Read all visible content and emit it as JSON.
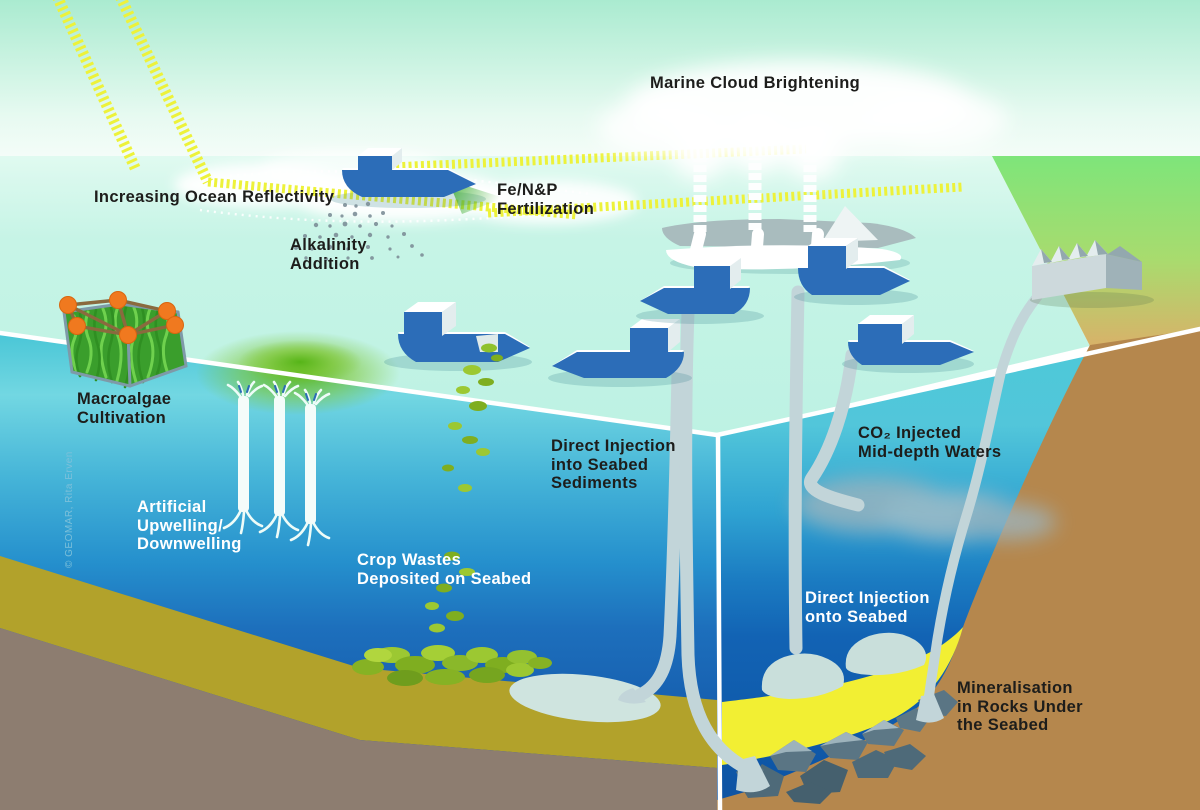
{
  "credit": "© GEOMAR, Rita Erven",
  "labels": [
    {
      "id": "marine-cloud-brightening",
      "text": "Marine Cloud Brightening",
      "tone": "dark"
    },
    {
      "id": "increasing-ocean-reflectivity",
      "text": "Increasing Ocean Reflectivity",
      "tone": "dark"
    },
    {
      "id": "alkalinity-addition",
      "text": "Alkalinity\nAddition",
      "tone": "dark"
    },
    {
      "id": "fe-n-p-fertilization",
      "text": "Fe/N&P\nFertilization",
      "tone": "dark"
    },
    {
      "id": "macroalgae-cultivation",
      "text": "Macroalgae\nCultivation",
      "tone": "dark"
    },
    {
      "id": "artificial-upwelling-downwelling",
      "text": "Artificial\nUpwelling/\nDownwelling",
      "tone": "light"
    },
    {
      "id": "crop-wastes-deposited",
      "text": "Crop Wastes\nDeposited on Seabed",
      "tone": "light"
    },
    {
      "id": "direct-injection-into-seabed-sediments",
      "text": "Direct Injection\ninto Seabed\nSediments",
      "tone": "dark"
    },
    {
      "id": "co2-injected-mid-depth",
      "text": "CO₂ Injected\nMid-depth Waters",
      "tone": "dark"
    },
    {
      "id": "direct-injection-onto-seabed",
      "text": "Direct Injection\nonto Seabed",
      "tone": "light"
    },
    {
      "id": "mineralisation-in-rocks",
      "text": "Mineralisation\nin Rocks Under\nthe Seabed",
      "tone": "dark"
    }
  ],
  "colors": {
    "sky_top": "#aaebd0",
    "sky_bottom": "#f6fdf9",
    "sea_surface": "#c6f4e6",
    "land_green": "#7ee57a",
    "land_tan": "#d8b269",
    "water_teal": "#49c6d6",
    "water_deep_blue": "#1557a6",
    "cliff_brown": "#b5874d",
    "left_rock": "#8d7d70",
    "olive_sediment": "#b2a22b",
    "yellow_sediment": "#f2ef33",
    "ship_blue": "#2c6db8",
    "pipe_gray": "#c2d5d9",
    "ray_yellow": "#edf23a",
    "bloom_green": "#5cb81e",
    "crop_green": "#9cc832",
    "buoy_orange": "#f0791f",
    "rock_gray": "#4e6a79",
    "text_dark": "#1d1d1b",
    "text_light": "#ffffff"
  }
}
